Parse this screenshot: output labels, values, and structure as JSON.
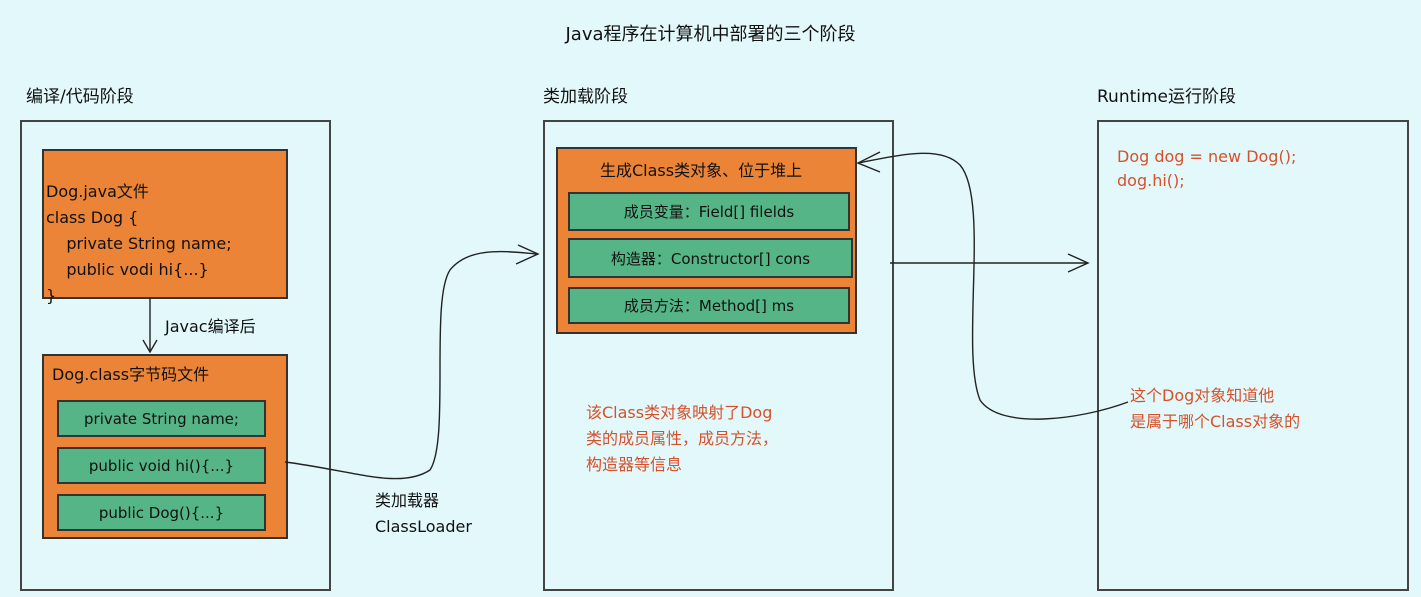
{
  "title": "Java程序在计算机中部署的三个阶段",
  "stages": {
    "compile": "编译/代码阶段",
    "classload": "类加载阶段",
    "runtime": "Runtime运行阶段"
  },
  "source": {
    "lines": [
      "Dog.java文件",
      "class Dog {",
      "    private String name;",
      "    public vodi hi{...}",
      "}"
    ]
  },
  "javac_label": "Javac编译后",
  "bytecode": {
    "title": "Dog.class字节码文件",
    "items": [
      "private String name;",
      "public void hi(){...}",
      "public Dog(){...}"
    ]
  },
  "loader_label": [
    "类加载器",
    "ClassLoader"
  ],
  "class_object": {
    "title": "生成Class类对象、位于堆上",
    "items": [
      "成员变量：Field[] filelds",
      "构造器：Constructor[] cons",
      "成员方法：Method[] ms"
    ]
  },
  "class_note": [
    "该Class类对象映射了Dog",
    "类的成员属性，成员方法，",
    "构造器等信息"
  ],
  "runtime_code": [
    "Dog dog = new Dog();",
    "dog.hi();"
  ],
  "runtime_note": [
    "这个Dog对象知道他",
    "是属于哪个Class对象的"
  ],
  "colors": {
    "background": "#e2f8fb",
    "orange": "#ec8438",
    "green": "#55b586",
    "note": "#d6512a"
  }
}
